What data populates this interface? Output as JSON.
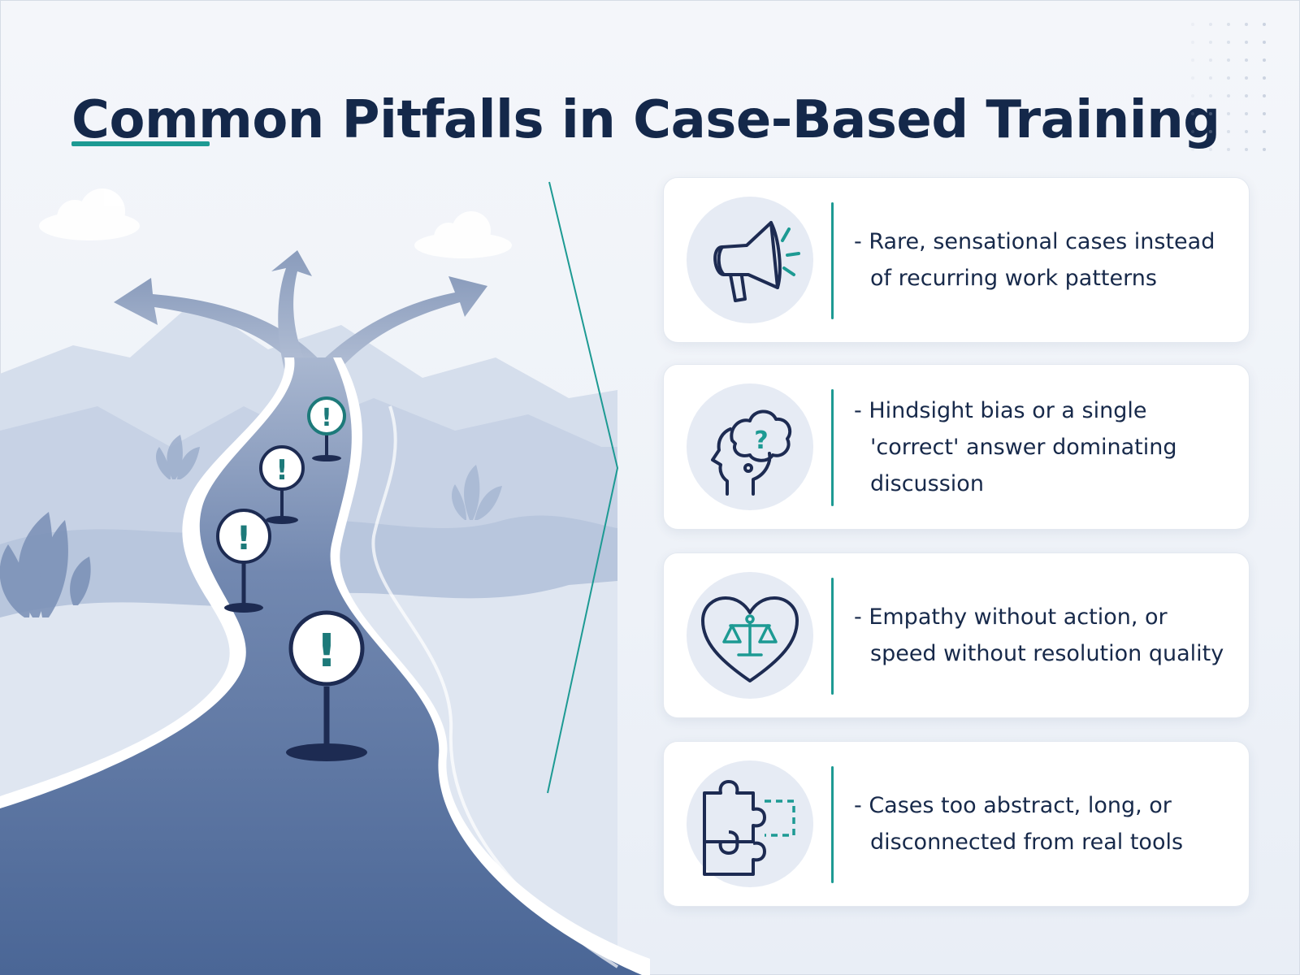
{
  "page": {
    "title": "Common Pitfalls in Case-Based Training"
  },
  "colors": {
    "title": "#14284a",
    "accent": "#1d9a93",
    "icon_stroke": "#1d2b52",
    "road": "#4d6a9a",
    "card_bg": "#ffffff",
    "icon_bg": "#e6ebf4"
  },
  "illustration": {
    "arrows": [
      "left-arrow",
      "up-arrow",
      "right-arrow"
    ],
    "warning_sign_symbol": "!",
    "warning_sign_count": 4
  },
  "pitfalls": [
    {
      "icon": "megaphone-icon",
      "lines": [
        "- Rare, sensational cases instead",
        "of recurring work patterns"
      ]
    },
    {
      "icon": "head-question-icon",
      "icon_symbol": "?",
      "lines": [
        "- Hindsight bias or a single",
        "'correct' answer dominating",
        "discussion"
      ]
    },
    {
      "icon": "heart-scale-icon",
      "lines": [
        "- Empathy without action, or",
        "speed without resolution quality"
      ]
    },
    {
      "icon": "puzzle-piece-icon",
      "lines": [
        "- Cases too abstract, long, or",
        "disconnected from real tools"
      ]
    }
  ]
}
